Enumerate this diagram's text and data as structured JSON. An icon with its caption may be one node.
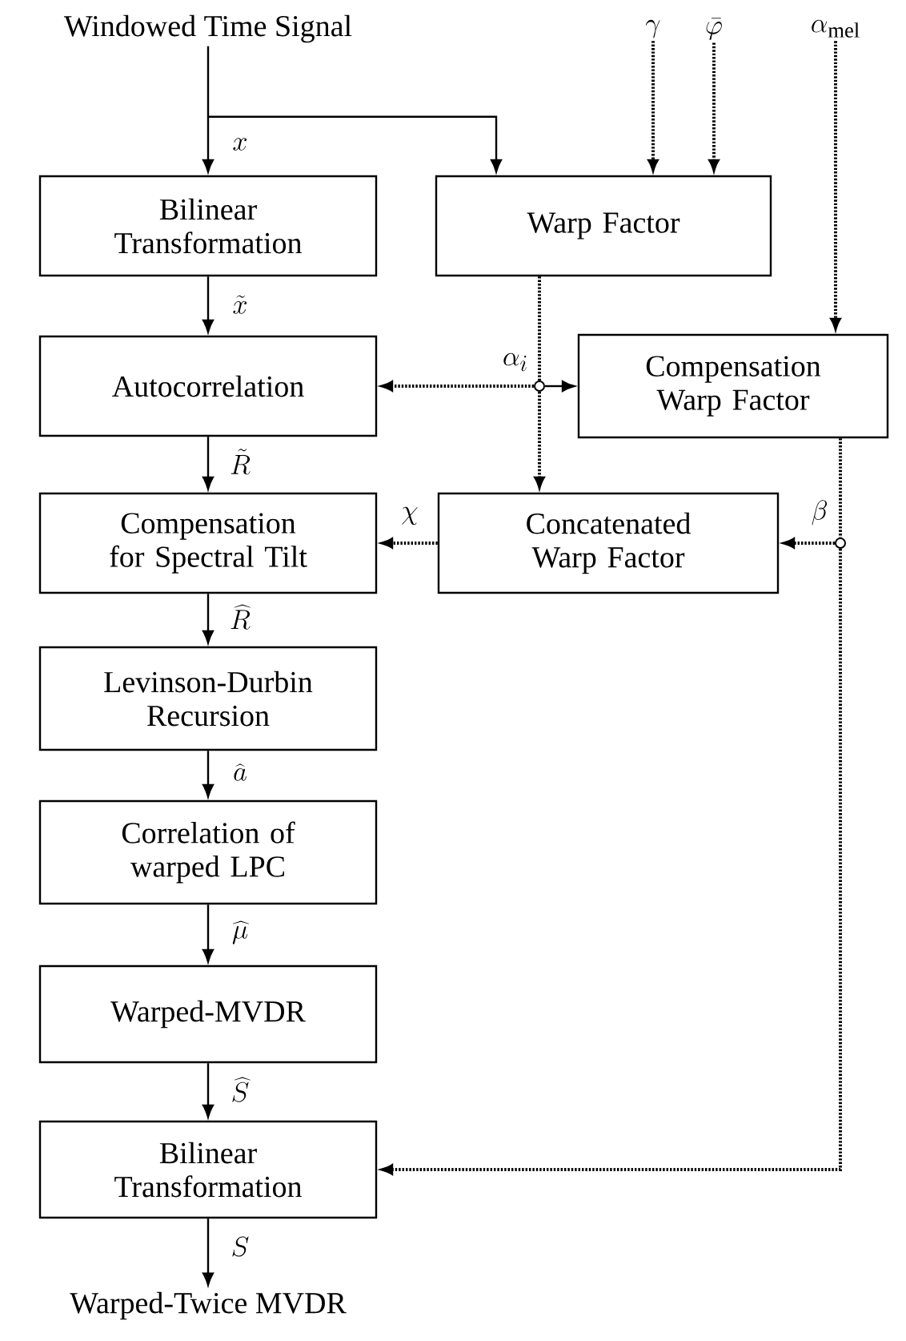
{
  "diagram": {
    "nodes": [
      {
        "text": [
          "Windowed Time Signal"
        ]
      },
      {
        "text": [
          "Bilinear Transformation"
        ]
      },
      {
        "text": [
          "Warp Factor"
        ]
      },
      {
        "text": [
          "\\gamma"
        ]
      },
      {
        "text": [
          "\\bar{\\varphi}"
        ]
      },
      {
        "text": [
          "\\alpha_{\\mathrm{mel}}"
        ]
      },
      {
        "text": [
          "Autocorrelation"
        ]
      },
      {
        "text": [
          "Compensation Warp Factor"
        ]
      },
      {
        "text": [
          "Compensation for Spectral Tilt"
        ]
      },
      {
        "text": [
          "Concatenated Warp Factor"
        ]
      },
      {
        "text": [
          "Levinson-Durbin Recursion"
        ]
      },
      {
        "text": [
          "Correlation of warped LPC"
        ]
      },
      {
        "text": [
          "Warped-MVDR"
        ]
      },
      {
        "text": [
          "Bilinear Transformation"
        ]
      },
      {
        "text": [
          "Warped-Twice MVDR"
        ]
      },
      {
        "text": [],
        "shape": "circle"
      },
      {
        "text": [],
        "shape": "circle"
      }
    ],
    "edges": [
      {
        "from": 0,
        "to": 1,
        "arrow": "to",
        "label": "x"
      },
      {
        "from": 0,
        "to": 2,
        "arrow": "to"
      },
      {
        "from": 3,
        "to": 2,
        "arrow": "to",
        "style": "dashed"
      },
      {
        "from": 4,
        "to": 2,
        "arrow": "to",
        "style": "dashed"
      },
      {
        "from": 5,
        "to": 7,
        "arrow": "to",
        "style": "dashed"
      },
      {
        "from": 1,
        "to": 6,
        "arrow": "to",
        "label": "\\tilde{x}"
      },
      {
        "from": 2,
        "to": 15,
        "arrow": "none",
        "style": "dashed"
      },
      {
        "from": 15,
        "to": 6,
        "arrow": "to",
        "style": "dashed",
        "label": "\\alpha_{i}"
      },
      {
        "from": 15,
        "to": 7,
        "arrow": "to"
      },
      {
        "from": 15,
        "to": 9,
        "arrow": "to",
        "style": "dashed"
      },
      {
        "from": 6,
        "to": 8,
        "arrow": "to",
        "label": "\\tilde{R}"
      },
      {
        "from": 7,
        "to": 16,
        "arrow": "none",
        "style": "dashed"
      },
      {
        "from": 16,
        "to": 9,
        "arrow": "to",
        "style": "dashed",
        "label": "\\beta"
      },
      {
        "from": 16,
        "to": 13,
        "arrow": "to",
        "style": "dashed"
      },
      {
        "from": 9,
        "to": 8,
        "arrow": "to",
        "style": "dashed",
        "label": "\\chi"
      },
      {
        "from": 8,
        "to": 10,
        "arrow": "to",
        "label": "\\widehat{R}"
      },
      {
        "from": 10,
        "to": 11,
        "arrow": "to",
        "label": "\\widehat{a}"
      },
      {
        "from": 11,
        "to": 12,
        "arrow": "to",
        "label": "\\widehat{\\mu}"
      },
      {
        "from": 12,
        "to": 13,
        "arrow": "to",
        "label": "\\widehat{S}"
      },
      {
        "from": 13,
        "to": 14,
        "arrow": "to",
        "label": "S"
      }
    ]
  }
}
